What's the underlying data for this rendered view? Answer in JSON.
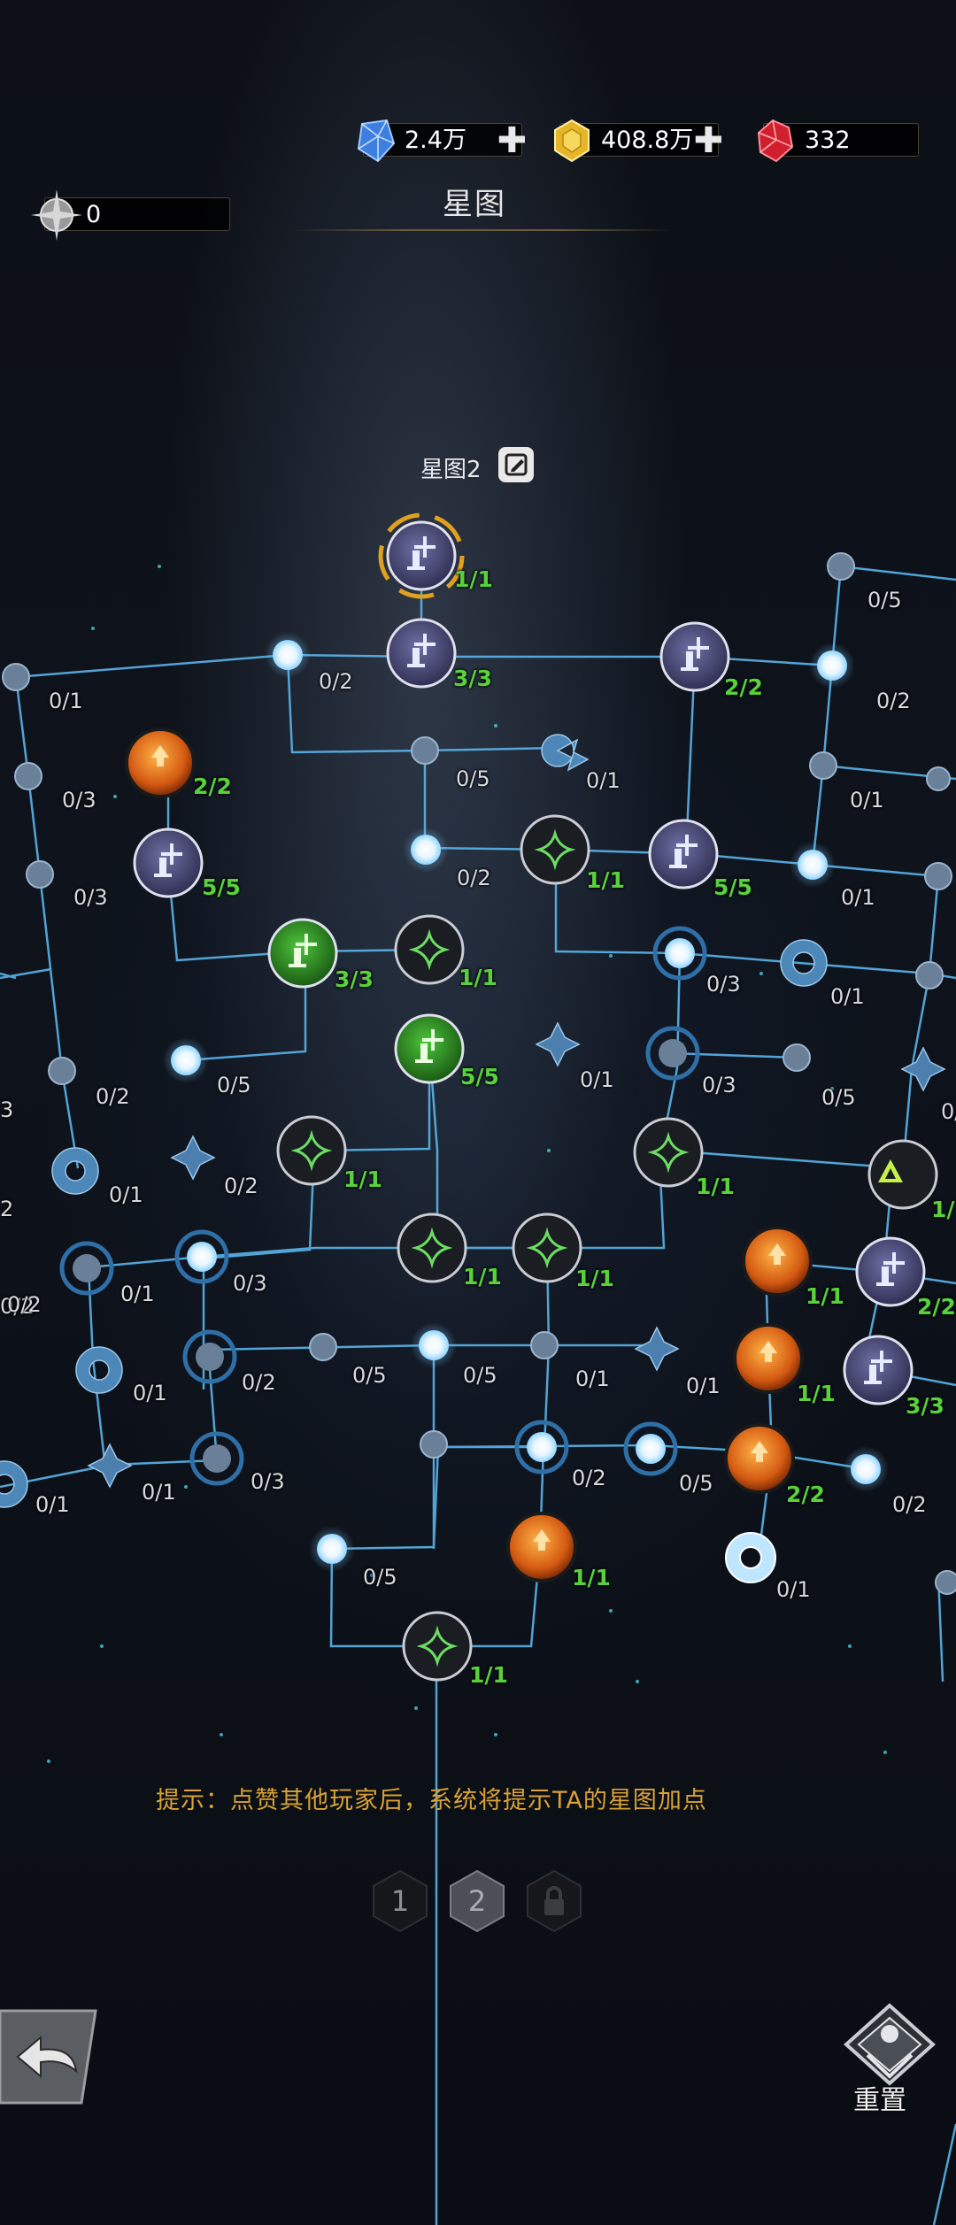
{
  "header": {
    "title": "星图",
    "star_points": "0",
    "resources": [
      {
        "name": "blue-diamond",
        "value": "2.4万"
      },
      {
        "name": "gold-crystal",
        "value": "408.8万"
      },
      {
        "name": "red-crystal",
        "value": "332"
      }
    ]
  },
  "tree": {
    "name": "星图2",
    "hint": "提示：点赞其他玩家后，系统将提示TA的星图加点"
  },
  "pagination": {
    "pages": [
      "1",
      "2"
    ],
    "current": "2",
    "locked_page_icon": "lock-icon"
  },
  "buttons": {
    "reset": "重置",
    "back_icon": "back-arrow-icon"
  },
  "colors": {
    "line": "#5ab4ea",
    "maxed_text": "#58d13d",
    "hint": "#d9a235"
  },
  "labels": {
    "l1": "1/1",
    "l2": "3/3",
    "l3": "2/2",
    "l4": "0/5",
    "l5": "0/2",
    "l6": "0/1",
    "l7": "0/2",
    "l8": "2/2",
    "l9": "0/5",
    "l10": "0/1",
    "l11": "0/3",
    "l12": "0/1",
    "l13": "5/5",
    "l14": "0/3",
    "l15": "0/2",
    "l16": "1/1",
    "l17": "5/5",
    "l18": "0/1",
    "l19": "3/3",
    "l20": "1/1",
    "l21": "0/3",
    "l22": "0/1",
    "l23": "0/2",
    "l24": "0/5",
    "l25": "5/5",
    "l26": "0/1",
    "l27": "0/3",
    "l28": "0/5",
    "l29": "3",
    "l30": "0/1",
    "l31": "0/2",
    "l32": "1/1",
    "l33": "1/1",
    "l34": "1/",
    "l35": "2",
    "l36": "0/2",
    "l37": "0/1",
    "l38": "0/3",
    "l39": "1/1",
    "l40": "1/1",
    "l41": "1/1",
    "l42": "2/2",
    "l43": "0/1",
    "l44": "0/2",
    "l45": "0/2",
    "l46": "0/5",
    "l47": "0/5",
    "l48": "0/1",
    "l49": "1/1",
    "l50": "3/3",
    "l51": "0/1",
    "l52": "0/1",
    "l53": "0/3",
    "l54": "0/1",
    "l55": "0/2",
    "l56": "0/5",
    "l57": "2/2",
    "l58": "0/2",
    "l59": "0/5",
    "l60": "1/1",
    "l61": "0/1",
    "l62": "1/1"
  }
}
